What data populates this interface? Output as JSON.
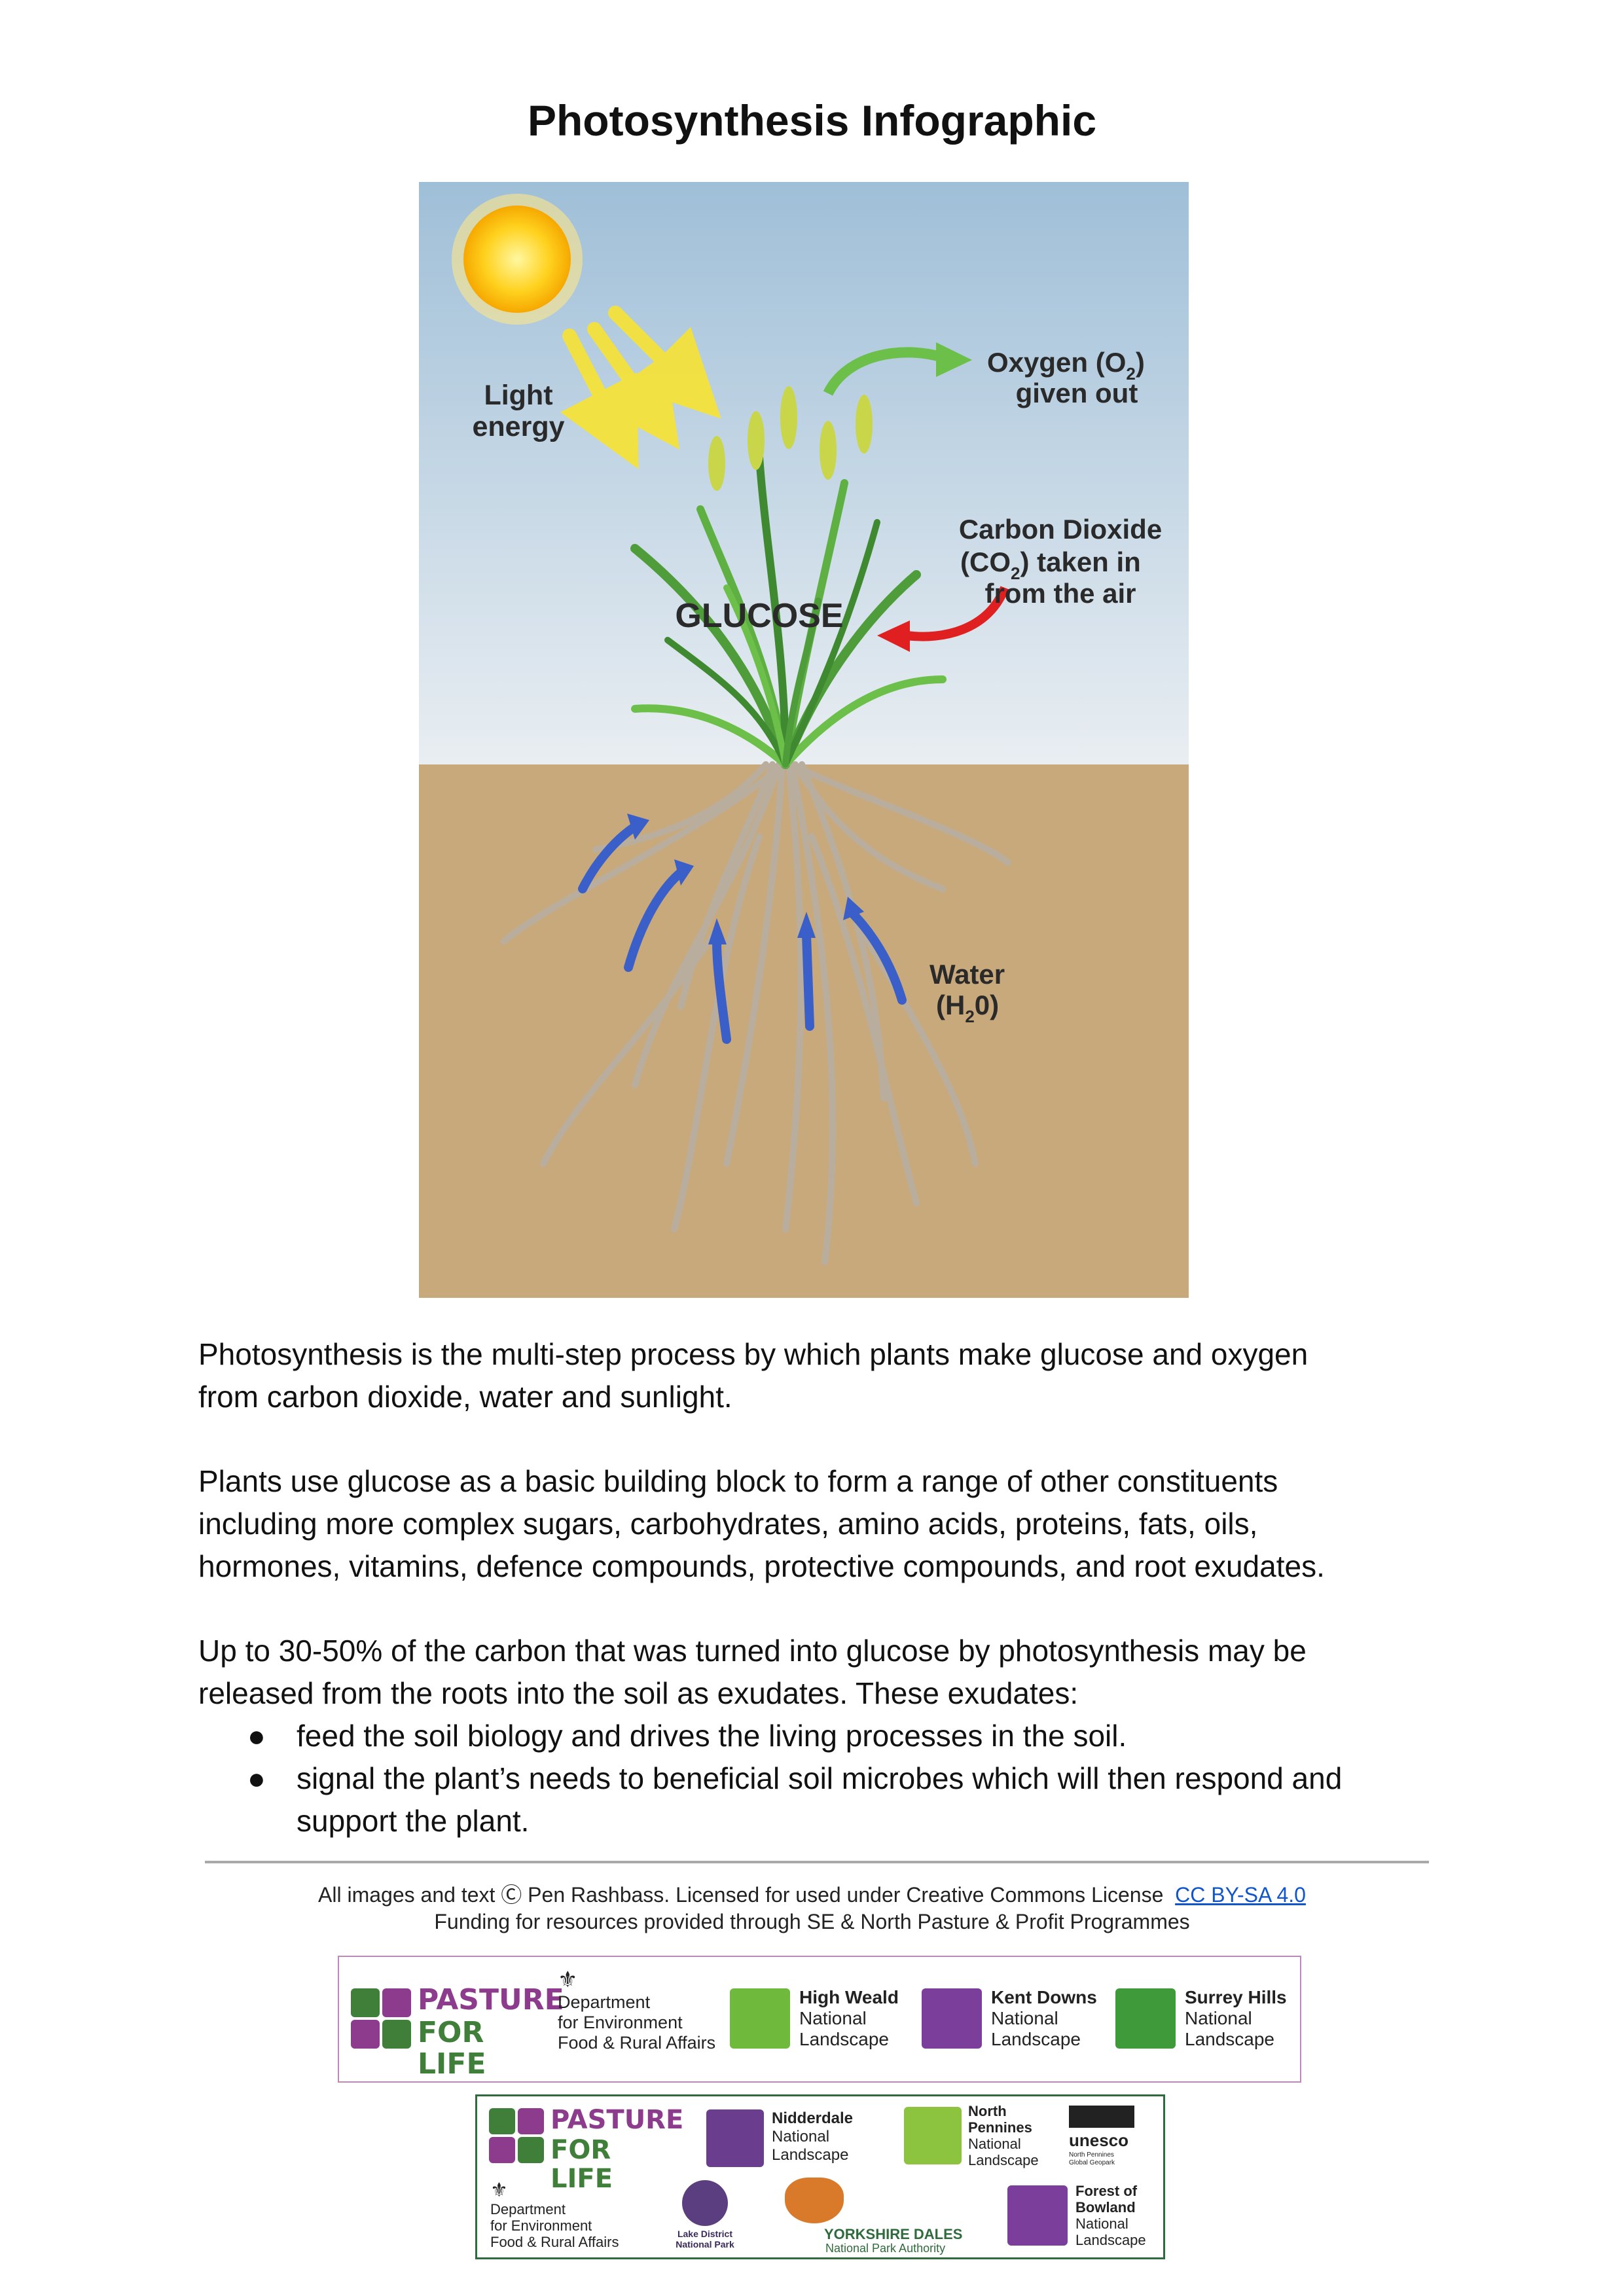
{
  "title": "Photosynthesis Infographic",
  "diagram": {
    "light_energy": [
      "Light",
      "energy"
    ],
    "oxygen": [
      "Oxygen (O",
      "2",
      ")",
      "given out"
    ],
    "carbon_dioxide": [
      "Carbon Dioxide",
      "(CO",
      "2",
      ") taken in",
      "from the air"
    ],
    "glucose": "GLUCOSE",
    "water": [
      "Water",
      "(H",
      "2",
      "0)"
    ]
  },
  "paragraphs": {
    "p1_line1": "Photosynthesis is the multi-step process by which plants make glucose and oxygen",
    "p1_line2": "from carbon dioxide, water and sunlight.",
    "p2_line1": "Plants use glucose as a basic building block to form a range of other constituents",
    "p2_line2": "including more complex sugars, carbohydrates, amino acids, proteins, fats, oils,",
    "p2_line3": "hormones, vitamins, defence compounds, protective compounds, and root exudates.",
    "p3_line1": "Up to 30-50% of the carbon that was turned into glucose by photosynthesis may be",
    "p3_line2": "released from the roots into the soil as exudates. These exudates:"
  },
  "bullets": [
    {
      "marker": "●",
      "lines": [
        "feed the soil biology and drives the living processes in the soil."
      ]
    },
    {
      "marker": "●",
      "lines": [
        "signal the plant’s needs to beneficial soil microbes which will then respond and",
        "support the plant."
      ]
    }
  ],
  "footer": {
    "credit": "All images and text Ⓒ Pen Rashbass. Licensed for used under Creative Commons License",
    "license_link": "CC BY-SA 4.0",
    "funding": "Funding for resources provided through SE & North Pasture & Profit Programmes"
  },
  "logos_row1": {
    "pasture": [
      "PASTURE",
      "FOR LIFE"
    ],
    "defra": [
      "Department",
      "for Environment",
      "Food & Rural Affairs"
    ],
    "high_weald": [
      "High Weald",
      "National",
      "Landscape"
    ],
    "kent_downs": [
      "Kent Downs",
      "National",
      "Landscape"
    ],
    "surrey_hills": [
      "Surrey Hills",
      "National",
      "Landscape"
    ]
  },
  "logos_row2": {
    "pasture": [
      "PASTURE",
      "FOR LIFE"
    ],
    "nidderdale": [
      "Nidderdale",
      "National",
      "Landscape"
    ],
    "north_pennines": [
      "North",
      "Pennines",
      "National",
      "Landscape"
    ],
    "unesco": [
      "unesco",
      "North Pennines",
      "Global Geopark"
    ],
    "defra": [
      "Department",
      "for Environment",
      "Food & Rural Affairs"
    ],
    "lake_district": [
      "Lake District",
      "National Park"
    ],
    "yorkshire_dales": [
      "YORKSHIRE DALES",
      "National Park Authority"
    ],
    "bowland": [
      "Forest of",
      "Bowland",
      "National",
      "Landscape"
    ]
  },
  "colors": {
    "sky_top": "#9fbfd8",
    "sky_bottom": "#e9eef2",
    "soil": "#c8a97c",
    "pasture_purple": "#8d3b8d",
    "pasture_green": "#3f7f3a",
    "link_blue": "#1155cc",
    "oxygen_arrow": "#6cc04a",
    "co2_arrow": "#e02020",
    "water_arrow": "#3a5fc8"
  }
}
